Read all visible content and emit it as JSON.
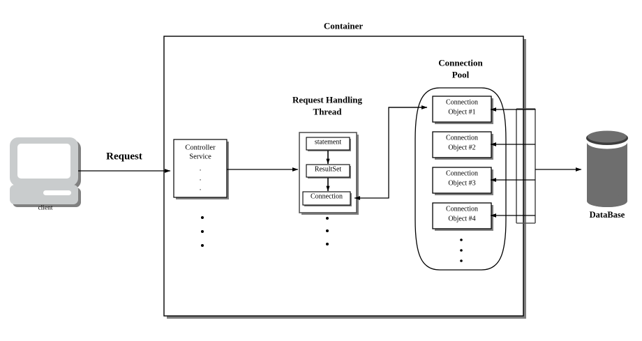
{
  "diagram": {
    "title_container": "Container",
    "labels": {
      "client": "client",
      "request": "Request",
      "database": "DataBase",
      "request_handling_thread_line1": "Request Handling",
      "request_handling_thread_line2": "Thread",
      "connection_pool_line1": "Connection",
      "connection_pool_line2": "Pool"
    },
    "controller": {
      "line1": "Controller",
      "line2": "Service",
      "ellipsis": "."
    },
    "thread": {
      "items": [
        {
          "label": "statement"
        },
        {
          "label": "ResultSet"
        },
        {
          "label": "Connection"
        }
      ],
      "ellipsis": "."
    },
    "pool": {
      "objects": [
        {
          "line1": "Connection",
          "line2": "Object #1"
        },
        {
          "line1": "Connection",
          "line2": "Object #2"
        },
        {
          "line1": "Connection",
          "line2": "Object #3"
        },
        {
          "line1": "Connection",
          "line2": "Object #4"
        }
      ],
      "ellipsis": "."
    },
    "colors": {
      "stroke": "#000000",
      "box_stroke": "#000000",
      "shadow": "#808080",
      "client_body": "#c9cccd",
      "client_shadow": "#808080",
      "db_body": "#6e6e6e",
      "db_top": "#3c3c3c",
      "background": "#ffffff"
    }
  }
}
